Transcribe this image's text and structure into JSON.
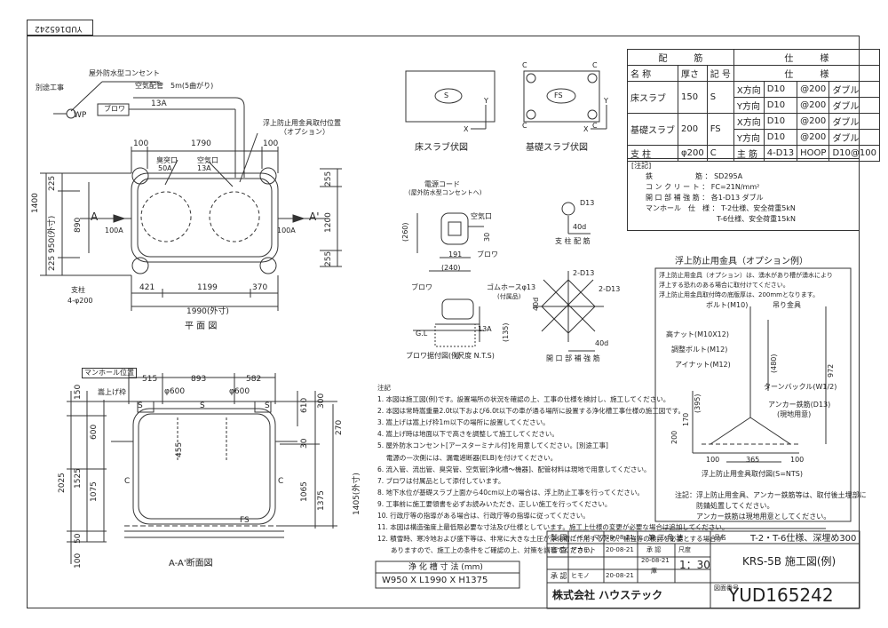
{
  "doc_number_top": "YUD165242",
  "plan": {
    "title": "平 面 図",
    "labels": {
      "wiring": "別途工事",
      "outlet": "屋外防水型コンセント",
      "wp": "WP",
      "air_pipe": "空気配管　5m(5曲がり)",
      "blower": "ブロワ",
      "pipe13a": "13A",
      "float_pos": "浮上防止用金具取付位置",
      "option": "（オプション）",
      "inlet": "臭突口",
      "inlet_size": "50A",
      "air_port": "空気口",
      "air_port_size": "13A",
      "column": "支柱",
      "column_spec": "4-φ200",
      "in_arrow": "A",
      "in_size": "100A",
      "out_arrow": "A'",
      "out_size": "100A"
    },
    "dims": {
      "top_100": "100",
      "top_1790": "1790",
      "top_100b": "100",
      "left_225a": "225",
      "left_950": "950(外寸)",
      "left_1400": "1400",
      "left_225b": "225",
      "in_890": "890",
      "right_255a": "255",
      "right_1200": "1200",
      "right_255b": "255",
      "bot_421": "421",
      "bot_1199": "1199",
      "bot_370": "370",
      "bot_1990": "1990(外寸)"
    }
  },
  "section": {
    "title": "A-A'断面図",
    "labels": {
      "manhole_pos": "マンホール位置",
      "raise_frame": "嵩上げ枠",
      "s": "S",
      "c": "C",
      "fs": "FS",
      "phi600a": "φ600",
      "phi600b": "φ600"
    },
    "dims": {
      "d515": "515",
      "d893": "893",
      "d582": "582",
      "d150": "150",
      "d600": "600",
      "d1525": "1525",
      "d1075": "1075",
      "d2025": "2025",
      "d50": "50",
      "d100": "100",
      "d455": "455",
      "d610": "610",
      "d300": "300",
      "d270": "270",
      "d30": "30",
      "d1065": "1065",
      "d1375": "1375",
      "d1405": "1405(外寸)"
    }
  },
  "slab_floor": {
    "title": "床スラブ伏図",
    "mark": "S",
    "x": "X",
    "y": "Y"
  },
  "slab_base": {
    "title": "基礎スラブ伏図",
    "mark": "FS",
    "x": "X",
    "y": "Y",
    "c": "C"
  },
  "column_detail": {
    "title": "支 柱 配 筋",
    "d13": "D13",
    "d40": "40d"
  },
  "blower_detail": {
    "power_cord": "電源コード",
    "outlet_ref": "(屋外防水型コンセントへ)",
    "air_port": "空気口",
    "blower": "ブロワ",
    "d260": "(260)",
    "d30": "30",
    "d191": "191",
    "d240": "(240)"
  },
  "blower_install": {
    "title": "ブロワ据付図(例)",
    "scale": "(尺度 N.T.S)",
    "blower": "ブロワ",
    "hose": "ゴムホースφ13",
    "attached": "(付属品)",
    "gl": "G.L",
    "a13": "13A",
    "d135": "(135)"
  },
  "opening": {
    "title": "開 口 部 補 強 筋",
    "d13a": "2-D13",
    "d13b": "2-D13",
    "d40a": "40d",
    "d40b": "40d"
  },
  "rebar_table": {
    "header_main": "配　　　筋",
    "header_spec": "仕　　　様",
    "col_name": "名 称",
    "col_thick": "厚さ",
    "col_mark": "記 号",
    "col_spec": "仕　　　様",
    "rows": [
      {
        "name": "床スラブ",
        "thick": "150",
        "mark": "S",
        "dir": "X方向",
        "bar": "D10",
        "pitch": "@200",
        "type": "ダブル"
      },
      {
        "name": "",
        "thick": "",
        "mark": "",
        "dir": "Y方向",
        "bar": "D10",
        "pitch": "@200",
        "type": "ダブル"
      },
      {
        "name": "基礎スラブ",
        "thick": "200",
        "mark": "FS",
        "dir": "X方向",
        "bar": "D10",
        "pitch": "@200",
        "type": "ダブル"
      },
      {
        "name": "",
        "thick": "",
        "mark": "",
        "dir": "Y方向",
        "bar": "D10",
        "pitch": "@200",
        "type": "ダブル"
      }
    ],
    "column_row": {
      "name": "支 柱",
      "thick": "φ200",
      "mark": "C",
      "main": "主 筋",
      "main_spec": "4-D13",
      "hoop": "HOOP",
      "hoop_spec": "D10@100"
    }
  },
  "spec_notes": {
    "title": "[注記]",
    "lines": [
      "鉄　　　　　　筋 ： SD295A",
      "コ ン ク リ ー ト ： FC=21N/mm²",
      "開 口 部 補 強 筋 ： 各1-D13 ダブル",
      "マンホール　仕　様 ： T-2仕様、安全荷重5kN",
      "　　　　　　　　　　T-6仕様、安全荷重15kN"
    ]
  },
  "float_detail": {
    "title": "浮上防止用金具（オプション例）",
    "desc": [
      "浮上防止用金具（オプション）は、湧水があり槽が湧水により",
      "浮上する恐れのある場合に取付けてください。",
      "浮上防止用金具取付時の底版厚は、200mmとなります。"
    ],
    "bolt": "ボルト(M10)",
    "hanger": "吊り金具",
    "hnut": "高ナット(M10X12)",
    "adj": "調整ボルト(M12)",
    "inut": "アイナット(M12)",
    "turn": "ターンバックル(W1/2)",
    "anchor": "アンカー鉄筋(D13)",
    "onsite": "(現地用意)",
    "d480": "(480)",
    "d972": "972",
    "d395": "(395)",
    "d170": "170",
    "d200": "200",
    "d100a": "100",
    "d365": "365",
    "d100b": "100",
    "caption": "浮上防止用金具取付図(S=NTS)",
    "note1": "注記：浮上防止用金具、アンカー鉄筋等は、取付後土埋部に",
    "note2": "　　　防錆処置してください。",
    "note3": "　　　アンカー鉄筋は現地用意としてください。"
  },
  "notes": {
    "title": "注記",
    "lines": [
      "1. 本図は施工図(例)です。設置場所の状況を確認の上、工事の仕様を検討し、施工してください。",
      "2. 本図は常時嵩重量2.0t以下および6.0t以下の車が通る場所に設置する浄化槽工事仕様の施工図です。",
      "3. 嵩上げは嵩上げ枠1m以下の場所に設置してください。",
      "4. 嵩上げ時は地面以下で高さを調整して施工してください。",
      "5. 屋外防水コンセント[アースターミナル付]を用意してください。[別途工事]",
      "　 電源の一次側には、漏電遮断器(ELB)を付けてください。",
      "6. 流入管、流出管、臭突管、空気管[浄化槽〜機器]、配管材料は現地で用意してください。",
      "7. ブロワは付属品として添付しています。",
      "8. 地下水位が基礎スラブ上面から40cm以上の場合は、浮上防止工事を行ってください。",
      "9. 工事前に施工要領書を必ずお読みいただき、正しい施工を行ってください。",
      "10. 行政庁等の指導がある場合は、行政庁等の指導に従ってください。",
      "11. 本図は構造強度上最低限必要な寸法及び仕様としています。施工上仕様の変更が必要な場合は追加してください。",
      "12. 積雪時、寒冷地および盛下等は、非常に大きな土圧が浄化槽に作用するため、補強等の検討を必要とする場合が",
      "　　ありますので、施工上の条件をご確認の上、対策を講じてください。"
    ]
  },
  "capacity": {
    "title": "浄 化 槽 寸 法 (mm)",
    "value": "W950 X L1990 X H1375"
  },
  "title_block": {
    "r1": [
      "製 図",
      "イイジ. マア",
      "20-08-21"
    ],
    "r2": [
      "審 査",
      "アカモト",
      "20-08-21"
    ],
    "r3": [
      "承 認",
      "ヒモノ",
      "20-08-21"
    ],
    "angle": "第 三 角 法",
    "scale_lbl": "尺度",
    "scale": "1：30",
    "stamp1": "承 認",
    "stamp2": "20-08-21",
    "stamp3": "庫",
    "name_lbl": "品名",
    "subtitle": "T-2・T-6仕様、深埋め300",
    "model": "KRS-5B 施工図(例)",
    "company": "株式会社 ハウステック",
    "drawing_no_lbl": "図面番号",
    "drawing_no": "YUD165242"
  }
}
